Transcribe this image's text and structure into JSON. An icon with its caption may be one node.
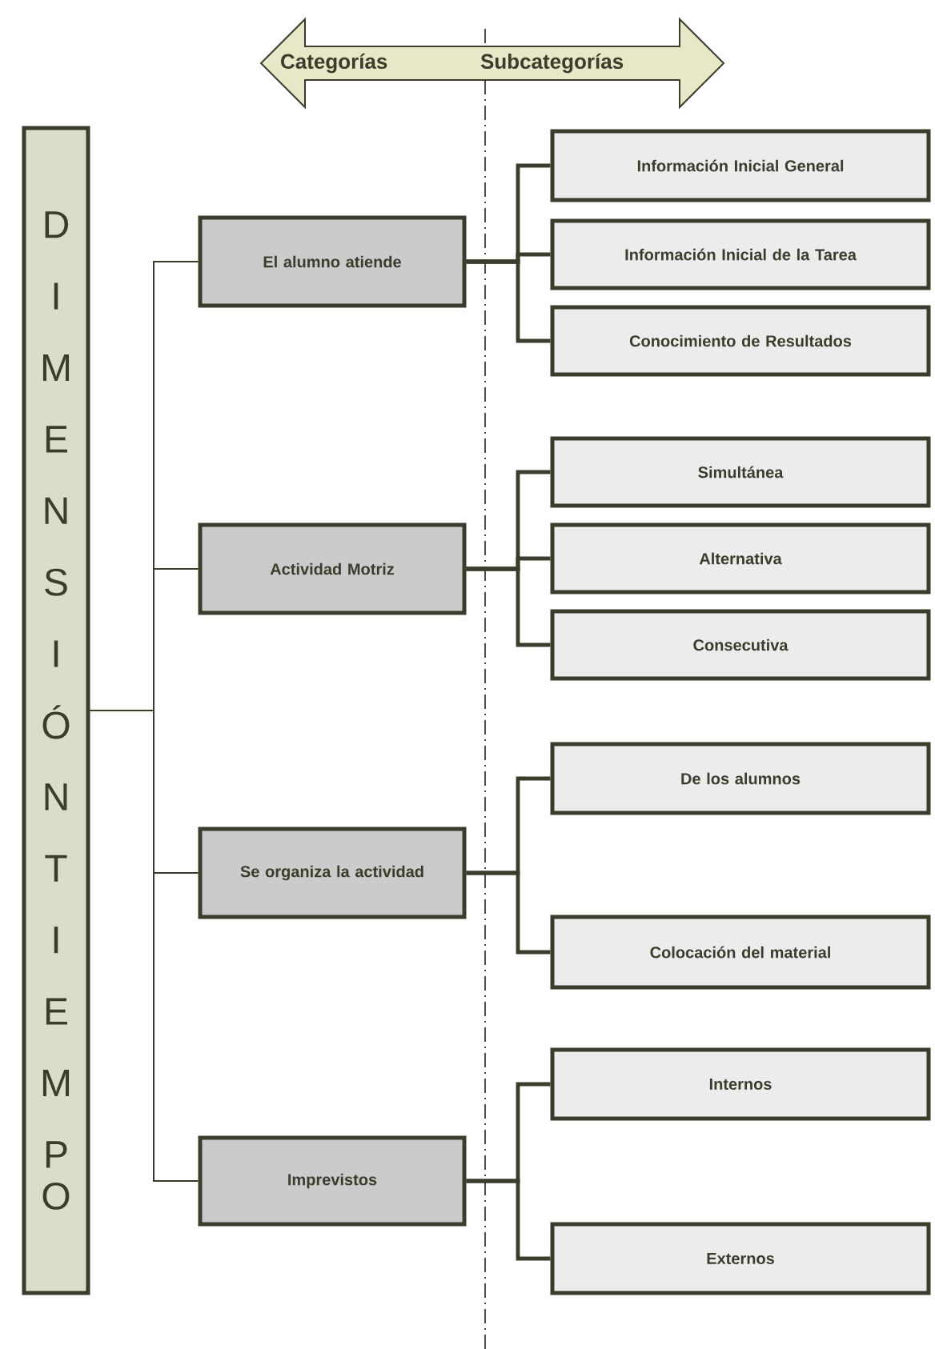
{
  "diagram": {
    "nodes": [
      {
        "text": [
          "Categorías",
          "Subcategorías"
        ]
      },
      {
        "text": [
          "DIMENSIÓN TIEMPO"
        ]
      },
      {
        "text": [
          "El alumno atiende"
        ]
      },
      {
        "text": [
          "Información Inicial General"
        ]
      },
      {
        "text": [
          "Información Inicial de la Tarea"
        ]
      },
      {
        "text": [
          "Conocimiento de Resultados"
        ]
      },
      {
        "text": [
          "Actividad Motriz"
        ]
      },
      {
        "text": [
          "Simultánea"
        ]
      },
      {
        "text": [
          "Alternativa"
        ]
      },
      {
        "text": [
          "Consecutiva"
        ]
      },
      {
        "text": [
          "Se organiza la actividad"
        ]
      },
      {
        "text": [
          "De los alumnos"
        ]
      },
      {
        "text": [
          "Colocación del material"
        ]
      },
      {
        "text": [
          "Imprevistos"
        ]
      },
      {
        "text": [
          "Internos"
        ]
      },
      {
        "text": [
          "Externos"
        ]
      }
    ],
    "edges": [
      {
        "from": 1,
        "to": 2,
        "arrow": "none"
      },
      {
        "from": 1,
        "to": 6,
        "arrow": "none"
      },
      {
        "from": 1,
        "to": 10,
        "arrow": "none"
      },
      {
        "from": 1,
        "to": 13,
        "arrow": "none"
      },
      {
        "from": 2,
        "to": 3,
        "arrow": "none"
      },
      {
        "from": 2,
        "to": 4,
        "arrow": "none"
      },
      {
        "from": 2,
        "to": 5,
        "arrow": "none"
      },
      {
        "from": 6,
        "to": 7,
        "arrow": "none"
      },
      {
        "from": 6,
        "to": 8,
        "arrow": "none"
      },
      {
        "from": 6,
        "to": 9,
        "arrow": "none"
      },
      {
        "from": 10,
        "to": 11,
        "arrow": "none"
      },
      {
        "from": 10,
        "to": 12,
        "arrow": "none"
      },
      {
        "from": 13,
        "to": 14,
        "arrow": "none"
      },
      {
        "from": 13,
        "to": 15,
        "arrow": "none"
      }
    ]
  }
}
